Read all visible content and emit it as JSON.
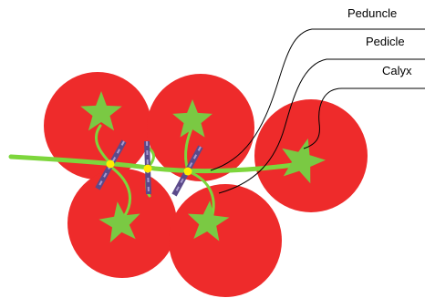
{
  "labels": {
    "peduncle": "Peduncle",
    "pedicle": "Pedicle",
    "calyx": "Calyx"
  },
  "colors": {
    "fruit": "#ee2b2b",
    "calyx": "#7ac943",
    "stem": "#7dd63c",
    "joint": "#ffee00",
    "abscission_zone": "#5b4a8a",
    "leader_line": "#000000"
  }
}
